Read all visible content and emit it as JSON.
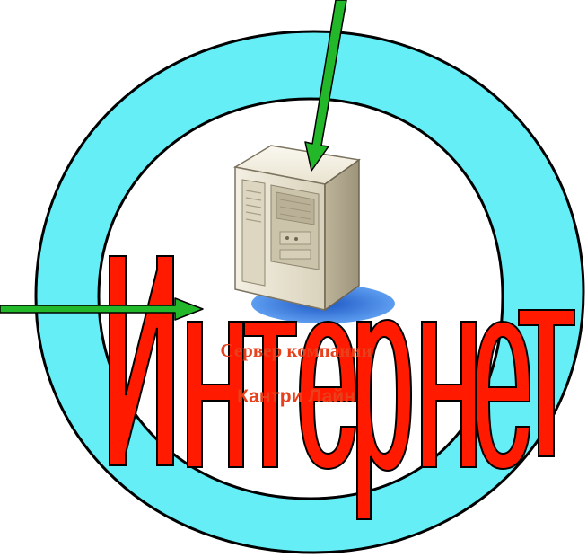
{
  "diagram": {
    "title_word": "Интернет",
    "title_letters": [
      "И",
      "н",
      "т",
      "е",
      "р",
      "н",
      "е",
      "т"
    ],
    "server_caption_line1": "Сервер компании",
    "server_caption_line2": "Кантри Лайн",
    "server_icon": "server-tower-icon",
    "arrow_icons": [
      "arrow-from-top-icon",
      "arrow-from-left-icon"
    ]
  },
  "colors": {
    "ring_fill": "#66eef7",
    "ring_outline": "#000000",
    "inner_circle_fill": "#ffffff",
    "letter_fill": "#ff1a00",
    "letter_outline": "#000000",
    "caption_text": "#e8401c",
    "arrow_fill": "#22b82a",
    "arrow_outline": "#000000",
    "server_body": "#e6e0cb",
    "server_shadow": "#2f6fd0"
  }
}
